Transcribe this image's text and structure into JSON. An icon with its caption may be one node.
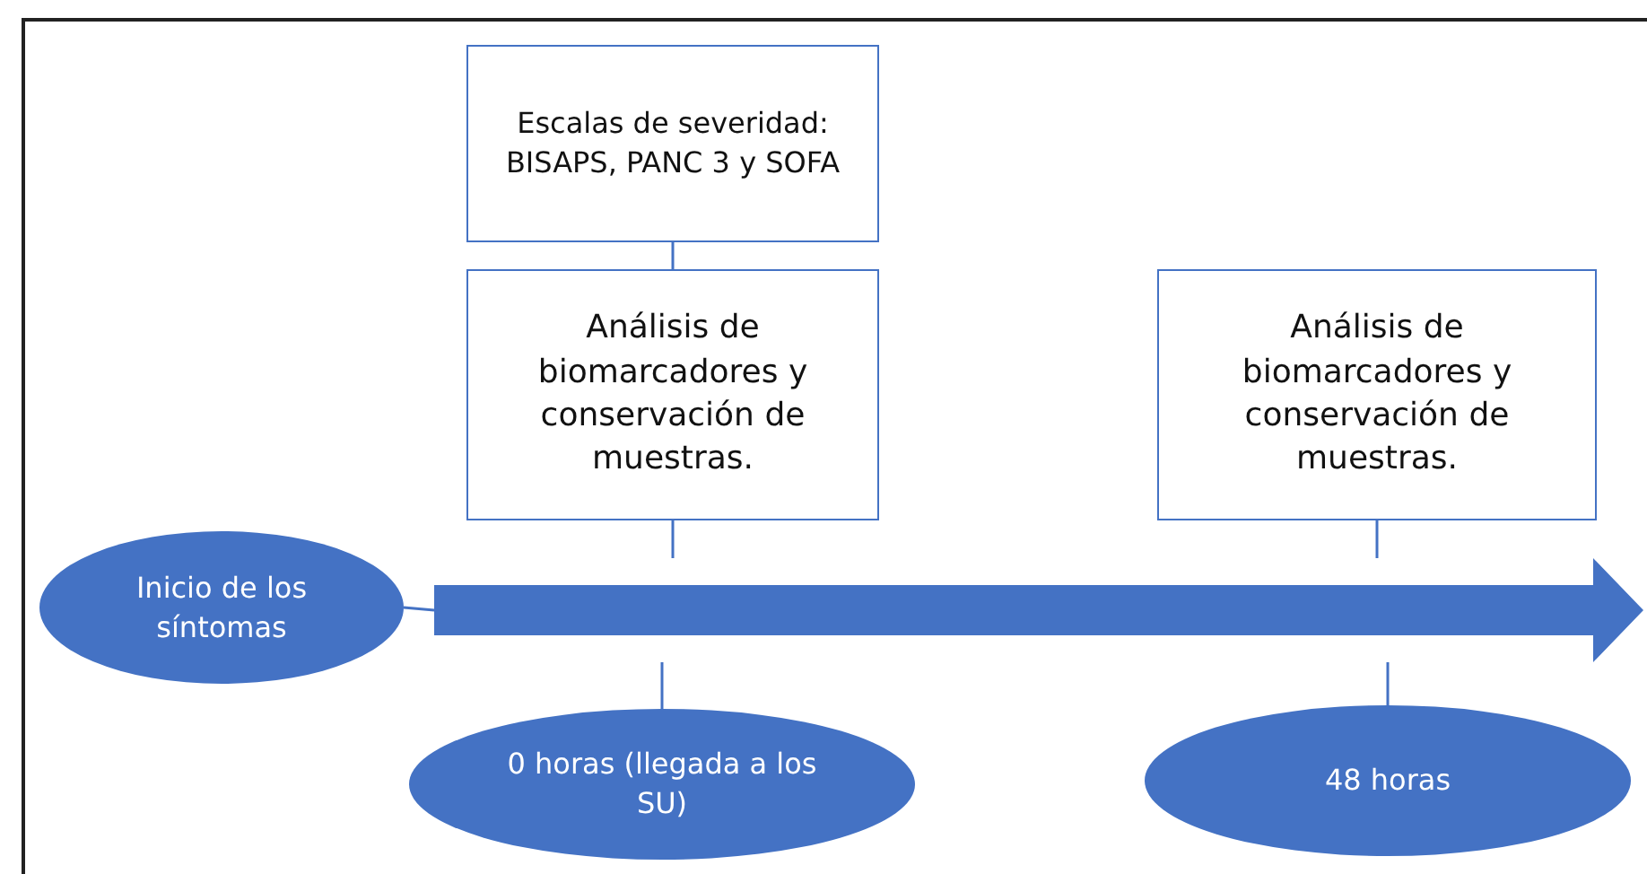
{
  "diagram": {
    "nodes": [
      {
        "text": [
          "Escalas de severidad: BISAPS, PANC 3 y SOFA"
        ]
      },
      {
        "text": [
          "Análisis de biomarcadores y conservación de muestras."
        ]
      },
      {
        "text": [
          "Análisis de biomarcadores y conservación de muestras."
        ]
      },
      {
        "text": [
          "Inicio de los síntomas"
        ]
      },
      {
        "text": [],
        "shape": "arrow"
      },
      {
        "text": [
          "0 horas (llegada a los SU)"
        ]
      },
      {
        "text": [
          "48 horas"
        ]
      }
    ],
    "edges": [
      {
        "from": 0,
        "to": 1,
        "arrow": "none"
      },
      {
        "from": 3,
        "to": 4,
        "arrow": "none"
      },
      {
        "from": 1,
        "to": 4,
        "arrow": "none"
      },
      {
        "from": 4,
        "to": 5,
        "arrow": "none"
      },
      {
        "from": 2,
        "to": 4,
        "arrow": "none"
      },
      {
        "from": 4,
        "to": 6,
        "arrow": "none"
      }
    ]
  }
}
